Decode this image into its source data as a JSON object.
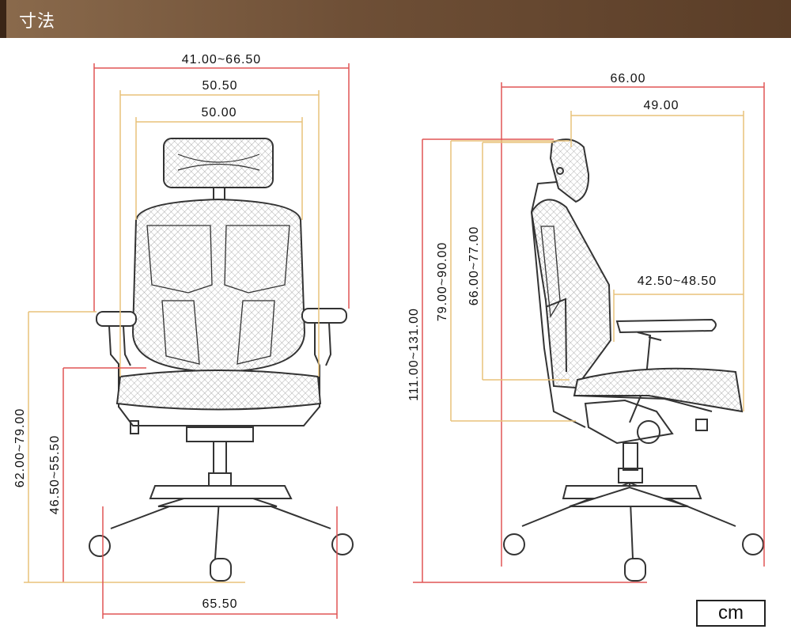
{
  "header": {
    "title": "寸法"
  },
  "unit": "cm",
  "front_view": {
    "overall_width": "41.00~66.50",
    "headrest_frame_width": "50.50",
    "backrest_width": "50.00",
    "armrest_height": "62.00~79.00",
    "seat_height": "46.50~55.50",
    "base_width": "65.50"
  },
  "side_view": {
    "overall_depth": "66.00",
    "backrest_to_seat_front": "49.00",
    "seat_depth": "42.50~48.50",
    "overall_height": "111.00~131.00",
    "back_height": "79.00~90.00",
    "back_height_no_headrest": "66.00~77.00"
  },
  "colors": {
    "header_start": "#8a6a4c",
    "header_end": "#5a3d27",
    "dim_red": "#e05555",
    "dim_gold": "#e8c27a",
    "chair_line": "#333333"
  }
}
